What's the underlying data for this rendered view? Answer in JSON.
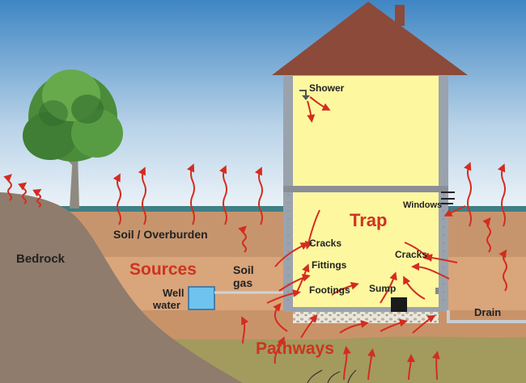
{
  "labels": {
    "shower": "Shower",
    "windows": "Windows",
    "trap": "Trap",
    "soil_overburden": "Soil / Overburden",
    "bedrock": "Bedrock",
    "cracks_upper": "Cracks",
    "fittings": "Fittings",
    "cracks_right": "Cracks",
    "sources": "Sources",
    "soil": "Soil",
    "gas": "gas",
    "well": "Well",
    "water": "water",
    "footings": "Footings",
    "sump": "Sump",
    "drain": "Drain",
    "pathways": "Pathways"
  },
  "colors": {
    "sky_top": "#3f86c4",
    "sky_bottom": "#eaf2f8",
    "house_interior": "#fdf7a0",
    "roof": "#8b4a3a",
    "arrow": "#d42c1f",
    "accent_text": "#cf3320",
    "bedrock": "#8f7c6c"
  }
}
